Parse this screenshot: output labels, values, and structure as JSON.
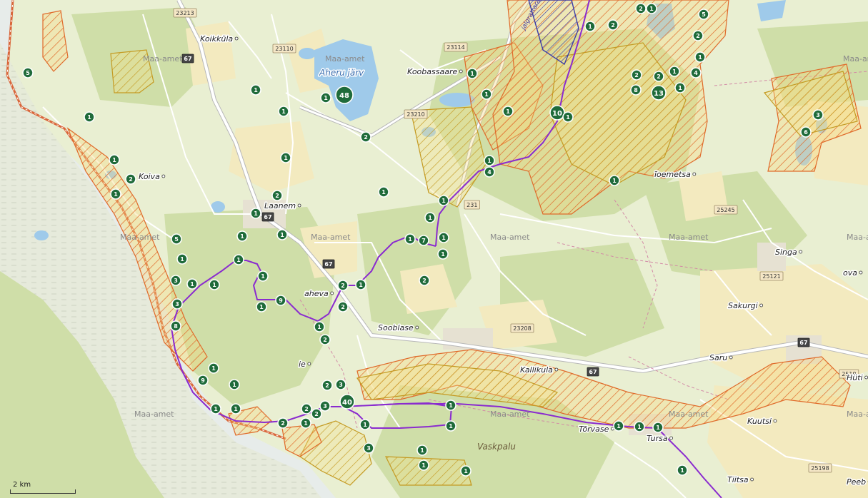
{
  "colors": {
    "background": "#e9efd2",
    "forest": "#cfdea8",
    "field": "#f3eabf",
    "urban": "#e6e1d2",
    "wetland": "#e7ecea",
    "water": "#9fcaea",
    "road_main": "#ffffff",
    "trail": "#8a2bcf",
    "boundary": "#cf4040",
    "protected_orange": "#e47c3a",
    "protected_yellow": "#c8a728",
    "protected_blue": "#3c3ca8",
    "marker": "#1f6b3a"
  },
  "watermark": "Maa-amet",
  "places": [
    {
      "id": "koikkula",
      "name": "Koikküla"
    },
    {
      "id": "koobassaare",
      "name": "Koobassaare"
    },
    {
      "id": "koiva",
      "name": "Koiva"
    },
    {
      "id": "laanem",
      "name": "Laanem"
    },
    {
      "id": "aheva",
      "name": "aheva"
    },
    {
      "id": "sooblase",
      "name": "Sooblase"
    },
    {
      "id": "kallikula",
      "name": "Kallikula"
    },
    {
      "id": "torvase",
      "name": "Tõrvase"
    },
    {
      "id": "tursa",
      "name": "Tursa"
    },
    {
      "id": "kuutsi",
      "name": "Kuutsi"
    },
    {
      "id": "tiitsa",
      "name": "Tiitsa"
    },
    {
      "id": "saru",
      "name": "Saru"
    },
    {
      "id": "sakurgi",
      "name": "Sakurgi"
    },
    {
      "id": "singa",
      "name": "Singa"
    },
    {
      "id": "hiti",
      "name": "Hüti"
    },
    {
      "id": "peeb",
      "name": "Peeb"
    },
    {
      "id": "oemetsa",
      "name": "ĩoemetsa"
    },
    {
      "id": "ova",
      "name": "ova"
    },
    {
      "id": "ie",
      "name": "ie"
    }
  ],
  "lake_label": "Aheru järv",
  "area_label": "Vaskpalu",
  "trail_label": "jalgrattarada",
  "road_numbers": [
    "23213",
    "23110",
    "23114",
    "23210",
    "231",
    "25245",
    "25121",
    "23208",
    "25198",
    "2519"
  ],
  "main_roads": [
    "67",
    "67",
    "67",
    "67",
    "67"
  ],
  "markers": [
    {
      "label": "5",
      "size": "s"
    },
    {
      "label": "1",
      "size": "s"
    },
    {
      "label": "1",
      "size": "s"
    },
    {
      "label": "2",
      "size": "s"
    },
    {
      "label": "1",
      "size": "s"
    },
    {
      "label": "48",
      "size": "l"
    },
    {
      "label": "1",
      "size": "s"
    },
    {
      "label": "1",
      "size": "s"
    },
    {
      "label": "1",
      "size": "s"
    },
    {
      "label": "2",
      "size": "s"
    },
    {
      "label": "1",
      "size": "s"
    },
    {
      "label": "2",
      "size": "s"
    },
    {
      "label": "1",
      "size": "s"
    },
    {
      "label": "5",
      "size": "s"
    },
    {
      "label": "1",
      "size": "s"
    },
    {
      "label": "1",
      "size": "s"
    },
    {
      "label": "1",
      "size": "s"
    },
    {
      "label": "1",
      "size": "s"
    },
    {
      "label": "1",
      "size": "s"
    },
    {
      "label": "1",
      "size": "s"
    },
    {
      "label": "3",
      "size": "s"
    },
    {
      "label": "1",
      "size": "s"
    },
    {
      "label": "1",
      "size": "s"
    },
    {
      "label": "3",
      "size": "s"
    },
    {
      "label": "9",
      "size": "s"
    },
    {
      "label": "1",
      "size": "s"
    },
    {
      "label": "8",
      "size": "s"
    },
    {
      "label": "1",
      "size": "s"
    },
    {
      "label": "2",
      "size": "s"
    },
    {
      "label": "2",
      "size": "s"
    },
    {
      "label": "2",
      "size": "s"
    },
    {
      "label": "1",
      "size": "s"
    },
    {
      "label": "2",
      "size": "s"
    },
    {
      "label": "1",
      "size": "s"
    },
    {
      "label": "1",
      "size": "s"
    },
    {
      "label": "1",
      "size": "s"
    },
    {
      "label": "7",
      "size": "s"
    },
    {
      "label": "1",
      "size": "s"
    },
    {
      "label": "1",
      "size": "s"
    },
    {
      "label": "1",
      "size": "s"
    },
    {
      "label": "1",
      "size": "s"
    },
    {
      "label": "1",
      "size": "s"
    },
    {
      "label": "1",
      "size": "s"
    },
    {
      "label": "4",
      "size": "s"
    },
    {
      "label": "10",
      "size": "m"
    },
    {
      "label": "1",
      "size": "s"
    },
    {
      "label": "1",
      "size": "s"
    },
    {
      "label": "2",
      "size": "s"
    },
    {
      "label": "1",
      "size": "s"
    },
    {
      "label": "1",
      "size": "s"
    },
    {
      "label": "2",
      "size": "s"
    },
    {
      "label": "2",
      "size": "s"
    },
    {
      "label": "5",
      "size": "s"
    },
    {
      "label": "1",
      "size": "s"
    },
    {
      "label": "2",
      "size": "s"
    },
    {
      "label": "2",
      "size": "s"
    },
    {
      "label": "1",
      "size": "s"
    },
    {
      "label": "4",
      "size": "s"
    },
    {
      "label": "8",
      "size": "s"
    },
    {
      "label": "13",
      "size": "m"
    },
    {
      "label": "1",
      "size": "s"
    },
    {
      "label": "3",
      "size": "s"
    },
    {
      "label": "6",
      "size": "s"
    },
    {
      "label": "1",
      "size": "s"
    },
    {
      "label": "9",
      "size": "s"
    },
    {
      "label": "1",
      "size": "s"
    },
    {
      "label": "2",
      "size": "s"
    },
    {
      "label": "3",
      "size": "s"
    },
    {
      "label": "3",
      "size": "s"
    },
    {
      "label": "40",
      "size": "m"
    },
    {
      "label": "2",
      "size": "s"
    },
    {
      "label": "2",
      "size": "s"
    },
    {
      "label": "2",
      "size": "s"
    },
    {
      "label": "1",
      "size": "s"
    },
    {
      "label": "1",
      "size": "s"
    },
    {
      "label": "1",
      "size": "s"
    },
    {
      "label": "1",
      "size": "s"
    },
    {
      "label": "3",
      "size": "s"
    },
    {
      "label": "1",
      "size": "s"
    },
    {
      "label": "1",
      "size": "s"
    },
    {
      "label": "1",
      "size": "s"
    },
    {
      "label": "1",
      "size": "s"
    },
    {
      "label": "1",
      "size": "s"
    },
    {
      "label": "1",
      "size": "s"
    },
    {
      "label": "1",
      "size": "s"
    },
    {
      "label": "1",
      "size": "s"
    },
    {
      "label": "1",
      "size": "s"
    }
  ],
  "scale_bar": "2 km"
}
